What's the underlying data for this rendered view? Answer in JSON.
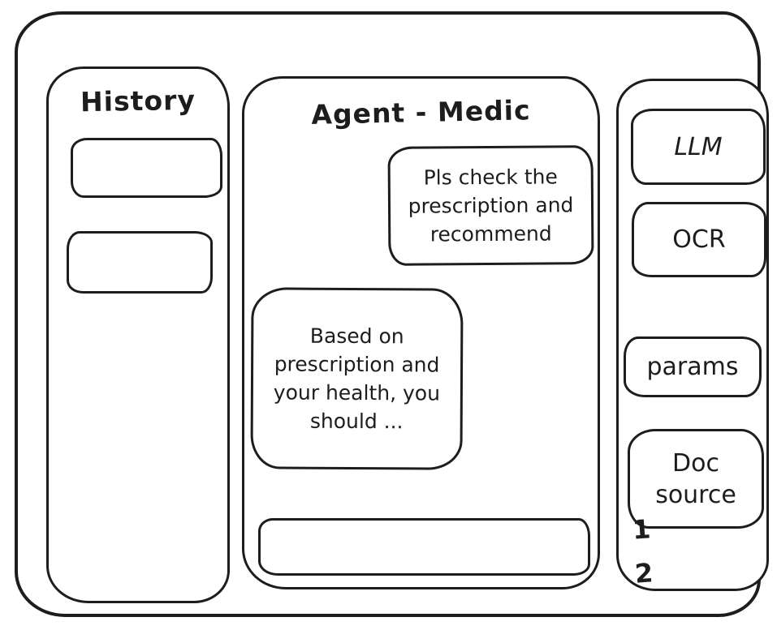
{
  "colors": {
    "stroke": "#1d1d1d",
    "background": "#ffffff"
  },
  "left_sidebar": {
    "title": "History",
    "items": [
      {
        "label": ""
      },
      {
        "label": ""
      }
    ]
  },
  "main": {
    "title": "Agent - Medic",
    "messages": [
      {
        "role": "user",
        "text": "Pls check the prescription and recommend"
      },
      {
        "role": "assistant",
        "text": "Based on prescription and your health, you should ..."
      }
    ],
    "input": {
      "value": "",
      "placeholder": ""
    }
  },
  "right_sidebar": {
    "tools": [
      {
        "label": "LLM"
      },
      {
        "label": "OCR"
      },
      {
        "label": "params"
      },
      {
        "label": "Doc source"
      }
    ],
    "annotations": [
      "1",
      "2"
    ]
  }
}
